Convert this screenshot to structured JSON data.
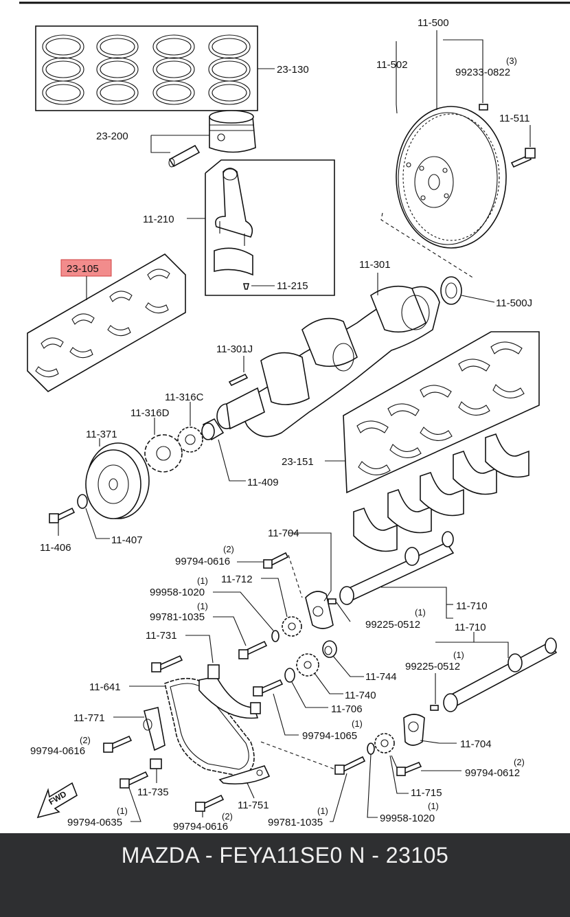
{
  "diagram": {
    "highlight_color": "#f28c8c",
    "labels": {
      "l23130": "23-130",
      "l23200": "23-200",
      "l11210": "11-210",
      "l11215": "11-215",
      "l23105": "23-105",
      "l11500": "11-500",
      "l11502": "11-502",
      "l99233": "99233-0822",
      "q99233": "(3)",
      "l11511": "11-511",
      "l11301": "11-301",
      "l11500j": "11-500J",
      "l11301j": "11-301J",
      "l11316c": "11-316C",
      "l11316d": "11-316D",
      "l11371": "11-371",
      "l11409": "11-409",
      "l23151": "23-151",
      "l11406": "11-406",
      "l11407": "11-407",
      "l11704a": "11-704",
      "l99794_0616a": "99794-0616",
      "q99794_0616a": "(2)",
      "l11712": "11-712",
      "l99958_1020a": "99958-1020",
      "q99958_1020a": "(1)",
      "l99781_1035a": "99781-1035",
      "q99781_1035a": "(1)",
      "l11710a": "11-710",
      "l99225_0512a": "99225-0512",
      "q99225_0512a": "(1)",
      "l11731": "11-731",
      "l11710b": "11-710",
      "l99225_0512b": "99225-0512",
      "q99225_0512b": "(1)",
      "l11744": "11-744",
      "l11641": "11-641",
      "l11740": "11-740",
      "l11706": "11-706",
      "l11771": "11-771",
      "l99794_1065": "99794-1065",
      "q99794_1065": "(1)",
      "l11704b": "11-704",
      "l99794_0616b": "99794-0616",
      "q99794_0616b": "(2)",
      "l99794_0612": "99794-0612",
      "q99794_0612": "(2)",
      "l11735": "11-735",
      "l11715": "11-715",
      "l11751": "11-751",
      "l99794_0635": "99794-0635",
      "q99794_0635": "(1)",
      "l99794_0616c": "99794-0616",
      "q99794_0616c": "(2)",
      "l99781_1035b": "99781-1035",
      "q99781_1035b": "(1)",
      "l99958_1020b": "99958-1020",
      "q99958_1020b": "(1)",
      "fwd": "FWD"
    }
  },
  "footer": {
    "title": "MAZDA - FEYA11SE0   N - 23105"
  }
}
